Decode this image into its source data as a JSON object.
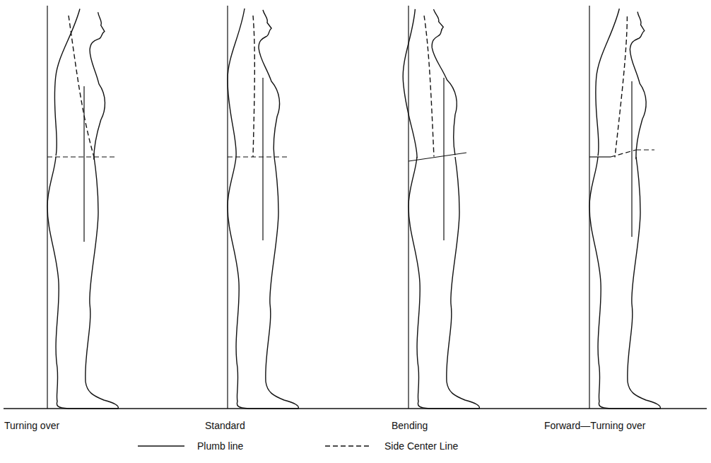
{
  "diagram": {
    "labels": [
      "Turning over",
      "Standard",
      "Bending",
      "Forward—Turning over"
    ],
    "legend": [
      {
        "text": "Plumb line"
      },
      {
        "text": "Side Center Line"
      }
    ]
  }
}
